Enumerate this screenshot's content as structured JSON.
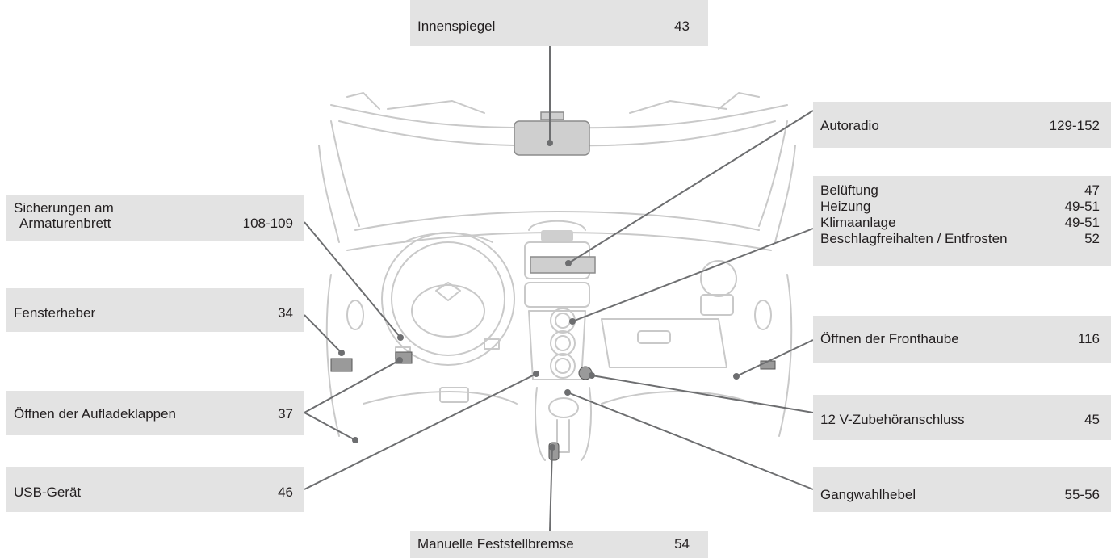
{
  "callouts": {
    "innenspiegel": {
      "label": "Innenspiegel",
      "page": "43"
    },
    "autoradio": {
      "label": "Autoradio",
      "page": "129-152"
    },
    "klima": [
      {
        "label": "Belüftung",
        "page": "47"
      },
      {
        "label": "Heizung",
        "page": "49-51"
      },
      {
        "label": "Klimaanlage",
        "page": "49-51"
      },
      {
        "label": "Beschlagfreihalten / Entfrosten",
        "page": "52"
      }
    ],
    "sicherungen": {
      "label_line1": "Sicherungen am",
      "label_line2": "Armaturenbrett",
      "page": "108-109"
    },
    "fensterheber": {
      "label": "Fensterheber",
      "page": "34"
    },
    "fronthaube": {
      "label": "Öffnen der Fronthaube",
      "page": "116"
    },
    "aufladeklappen": {
      "label": "Öffnen der Aufladeklappen",
      "page": "37"
    },
    "zubehoer": {
      "label": "12 V-Zubehöranschluss",
      "page": "45"
    },
    "usb": {
      "label": "USB-Gerät",
      "page": "46"
    },
    "gangwahl": {
      "label": "Gangwahlhebel",
      "page": "55-56"
    },
    "feststellbremse": {
      "label": "Manuelle Feststellbremse",
      "page": "54"
    }
  },
  "colors": {
    "box_fill": "#e3e3e3",
    "leader_line": "#6d6e70",
    "text": "#231f20",
    "sketch_line": "#c9c9c9",
    "highlight": "#cfcfcf"
  }
}
